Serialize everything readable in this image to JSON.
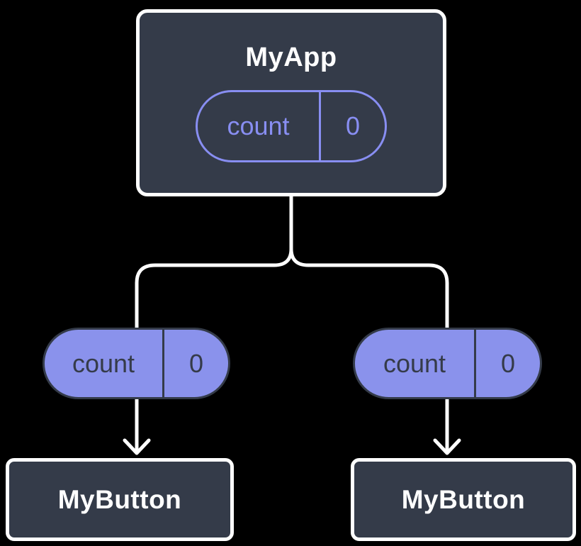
{
  "diagram": {
    "description": "component-tree-state-passing-diagram",
    "colors": {
      "background": "#000000",
      "card_background": "#343B49",
      "card_border": "#FFFFFF",
      "connector_line": "#FFFFFF",
      "pill_fill": "#8A92EC",
      "pill_outline": "#888EF2",
      "pill_dark_text": "#353B49",
      "title_text": "#FFFFFF"
    },
    "root": {
      "title": "MyApp",
      "state": {
        "name": "count",
        "value": "0"
      }
    },
    "children": [
      {
        "title": "MyButton",
        "prop": {
          "name": "count",
          "value": "0"
        }
      },
      {
        "title": "MyButton",
        "prop": {
          "name": "count",
          "value": "0"
        }
      }
    ]
  }
}
